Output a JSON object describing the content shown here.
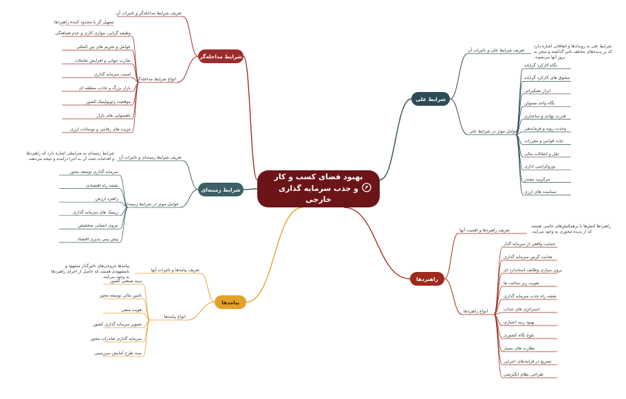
{
  "central": "بهبود فضای کسب و کار و جذب سرمایه گذاری خارجی",
  "colors": {
    "central": "#6b1518",
    "causal": "#2c4b56",
    "intervening": "#9b2c2c",
    "contextual": "#3d5f66",
    "consequences": "#e5a02a",
    "strategies": "#9e2a1d"
  },
  "causal": {
    "title": "شرایط علی",
    "def_label": "تعریف شرایط علی و تاثیرات آن",
    "def_text": "شرایط علی به رویدادها و اتفاقاتی اشاره دارد که بر پدیده‌های مختلف تاثیر گذاشته و منجر به بروز آنها می‌شوند.",
    "factors_label": "عوامل موثر در شرایط علی",
    "items": [
      "نگاه کارکرد گرایانه",
      "مشوق های کارکرد گرایانه",
      "ابزار تشکیراتی",
      "نگاه واحد متمولن",
      "قدرت نهادی و ساختاری",
      "وحدت رویه و فرماندهی",
      "ثبات قوانین و مقررات",
      "نقل و انتقالات مالی",
      "بوروکراسی اداری",
      "مرکزیت مقتدر",
      "سیاست های ارزی"
    ]
  },
  "intervening": {
    "title": "شرایط مداخله‌گر",
    "def_label": "تعریف شرایط مداخله‌گر و تاثیرات آن",
    "def_text": "تسهیل گر یا محدود کننده راهبردها",
    "types_label": "انواع شرایط مداخله‌گر",
    "items": [
      "وظیفه گرایی، موازی کاری و عدم هماهنگی",
      "عوامل و تحریم های بین المللی",
      "تجارب جهانی و افزایش تعاملات",
      "امنیت سرمایه گذاری",
      "بازار بزرگ و جاذب منطقه ای",
      "موقعیت ژئوپولیتیک کشور",
      "ناهمنوایی های بازار",
      "مزیت های رقابتی و نوسانات ارزی"
    ]
  },
  "contextual": {
    "title": "شرایط زمینه‌ای",
    "def_label": "تعریف شرایط زمینه‌ای و تاثیرات آن",
    "def_text": "شرایط زمینه‌ای به شرایطی اشاره دارد که راهبردها و اقدامات تحت آن به اجرا درآمده و نتیجه می‌دهند.",
    "factors_label": "عوامل موثر در شرایط زمینه‌ای",
    "items": [
      "سرمایه گذاری توسعه محور",
      "نقشه راه اقتصادی",
      "راهبرد ارزش",
      "ریسک های سرمایه گذاری",
      "نیروی انسانی متخصص",
      "پیش بینی پذیری اقتصاد"
    ]
  },
  "consequences": {
    "title": "پیامدها",
    "def_label": "تعریف پیامدها و تاثیرات آنها",
    "def_text": "پیامدها خروجی‌های تاثیرگذار مشهود و نامشهودی هستند که حاصل از اجرای راهبردها به وجود می‌آیند.",
    "types_label": "انواع پیامدها",
    "items": [
      "سند صنعتی کشور",
      "تامین مالی توسعه محور",
      "هویت منفی",
      "تصویر سرمایه گذاری کشور",
      "سرمایه گذاری صادرات محور",
      "سند طرح آمایش سرزمینی"
    ]
  },
  "strategies": {
    "title": "راهبردها",
    "def_label": "تعریف راهبردها و اهمیت آنها",
    "def_text": "راهبردها کنش‌ها یا برهمکنش‌های خاصی هستند که از پدیده محوری به وجود می‌آیند.",
    "types_label": "انواع راهبردها",
    "items": [
      "حمایت واقعی از سرمایه گذار",
      "هدایت گرس سرمایه گذاری",
      "برون سپاری وظایف استاندارد ای",
      "تقویت زیر ساخت ها",
      "نقشه راه جذب سرمایه گذاری",
      "استراتژی های جذاب",
      "بهبود رتبه اعتباری",
      "بلوغ نگاه کشوری",
      "نظارت های بسیار",
      "تسریع در فرایندهای اجرایی",
      "طراحی نظام انگیزشی"
    ]
  }
}
